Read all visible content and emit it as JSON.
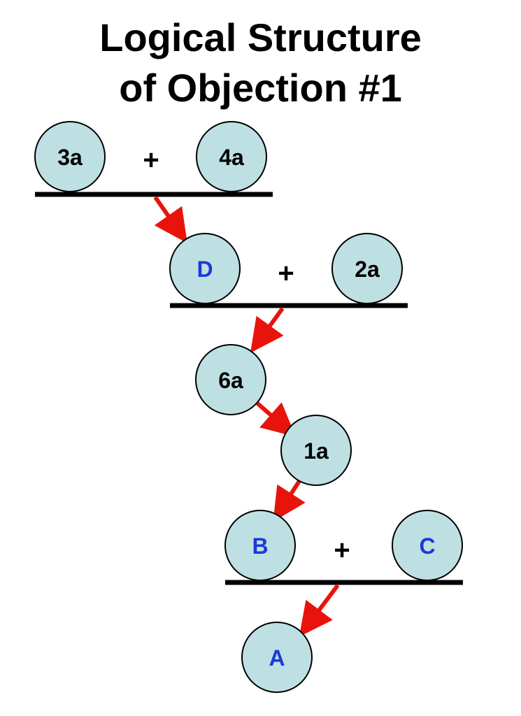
{
  "title": {
    "line1": "Logical Structure",
    "line2": "of Objection #1"
  },
  "nodes": [
    {
      "id": "3a",
      "label": "3a",
      "color": "#000000"
    },
    {
      "id": "4a",
      "label": "4a",
      "color": "#000000"
    },
    {
      "id": "D",
      "label": "D",
      "color": "#1a3bd6"
    },
    {
      "id": "2a",
      "label": "2a",
      "color": "#000000"
    },
    {
      "id": "6a",
      "label": "6a",
      "color": "#000000"
    },
    {
      "id": "1a",
      "label": "1a",
      "color": "#000000"
    },
    {
      "id": "B",
      "label": "B",
      "color": "#1a3bd6"
    },
    {
      "id": "C",
      "label": "C",
      "color": "#1a3bd6"
    },
    {
      "id": "A",
      "label": "A",
      "color": "#1a3bd6"
    }
  ],
  "groups": [
    {
      "members": [
        "3a",
        "4a"
      ],
      "operator": "+"
    },
    {
      "members": [
        "D",
        "2a"
      ],
      "operator": "+"
    },
    {
      "members": [
        "B",
        "C"
      ],
      "operator": "+"
    }
  ],
  "edges": [
    {
      "from": "3a+4a",
      "to": "D"
    },
    {
      "from": "D+2a",
      "to": "6a"
    },
    {
      "from": "6a",
      "to": "1a"
    },
    {
      "from": "1a",
      "to": "B"
    },
    {
      "from": "B+C",
      "to": "A"
    }
  ],
  "colors": {
    "node_fill": "#bfe0e3",
    "arrow": "#e8140c",
    "bar": "#000000"
  }
}
